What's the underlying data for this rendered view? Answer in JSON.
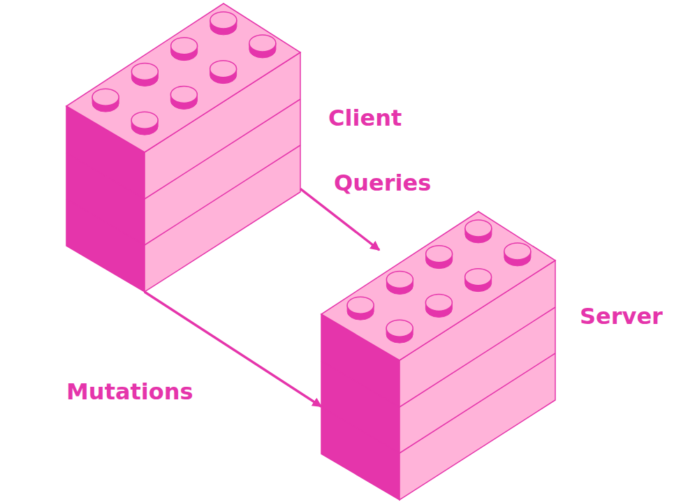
{
  "diagram": {
    "nodes": [
      {
        "text": [
          "Client"
        ]
      },
      {
        "text": [
          "Server"
        ]
      }
    ],
    "edges": [
      {
        "from": 0,
        "to": 1,
        "label": "Queries",
        "arrow": "to"
      },
      {
        "from": 0,
        "to": 1,
        "label": "Mutations",
        "arrow": "to"
      }
    ]
  }
}
